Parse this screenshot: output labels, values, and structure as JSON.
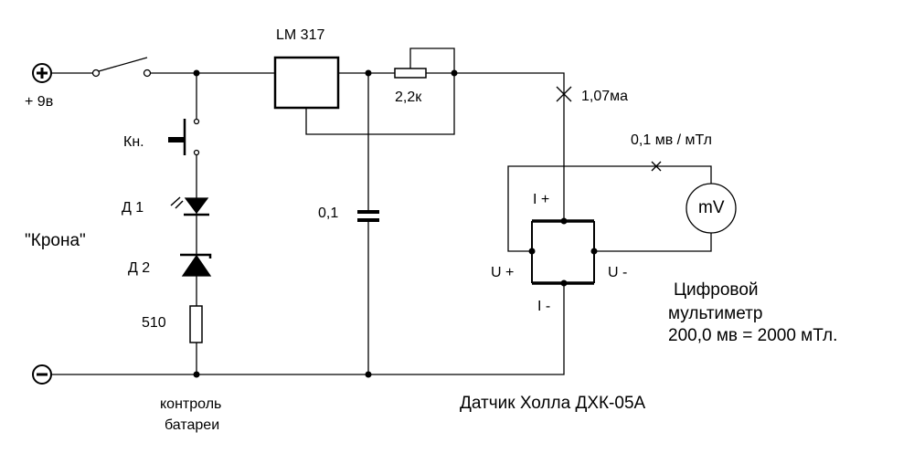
{
  "labels": {
    "regulator": "LM 317",
    "plus_9v": "+ 9в",
    "button": "Кн.",
    "d1": "Д 1",
    "d2": "Д 2",
    "battery": "\"Крона\"",
    "r510": "510",
    "r_trim": "2,2к",
    "capacitor": "0,1",
    "current": "1,07ма",
    "sensitivity": "0,1 мв / мТл",
    "i_plus": "I +",
    "i_minus": "I -",
    "u_plus": "U +",
    "u_minus": "U -",
    "meter_symbol": "mV",
    "multimeter_line1": "Цифровой",
    "multimeter_line2": "мультиметр",
    "multimeter_line3": "200,0 мв = 2000 мТл.",
    "battery_check_line1": "контроль",
    "battery_check_line2": "батареи",
    "sensor_title": "Датчик Холла ДХК-05А"
  }
}
